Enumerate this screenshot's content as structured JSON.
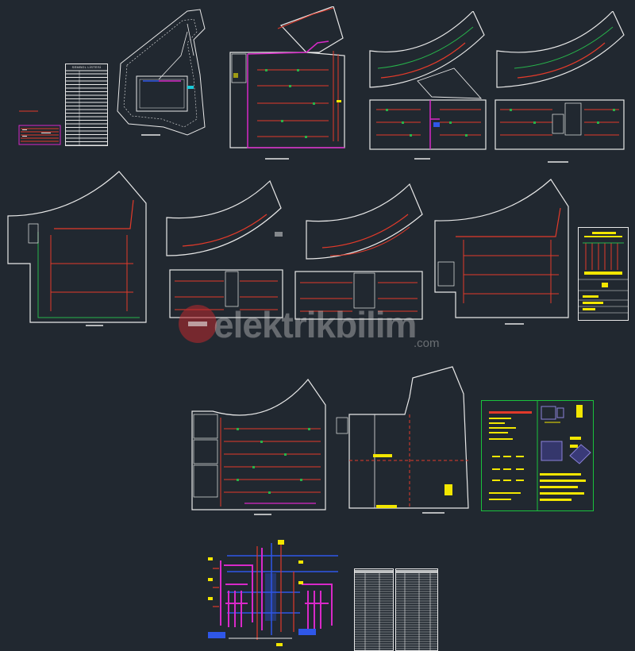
{
  "watermark": {
    "brand": "elektrikbilim",
    "domain": ".com"
  },
  "legend_table": {
    "title": "SEMBOL LİSTESİ"
  },
  "colors": {
    "background": "#212830",
    "wall": "#e8e8e8",
    "circuit_red": "#e23a2a",
    "circuit_green": "#27b34b",
    "magenta": "#d829c8",
    "blue": "#2f57e8",
    "yellow": "#f2e600",
    "cyan": "#19c9d8",
    "frame_green": "#19c23c"
  }
}
